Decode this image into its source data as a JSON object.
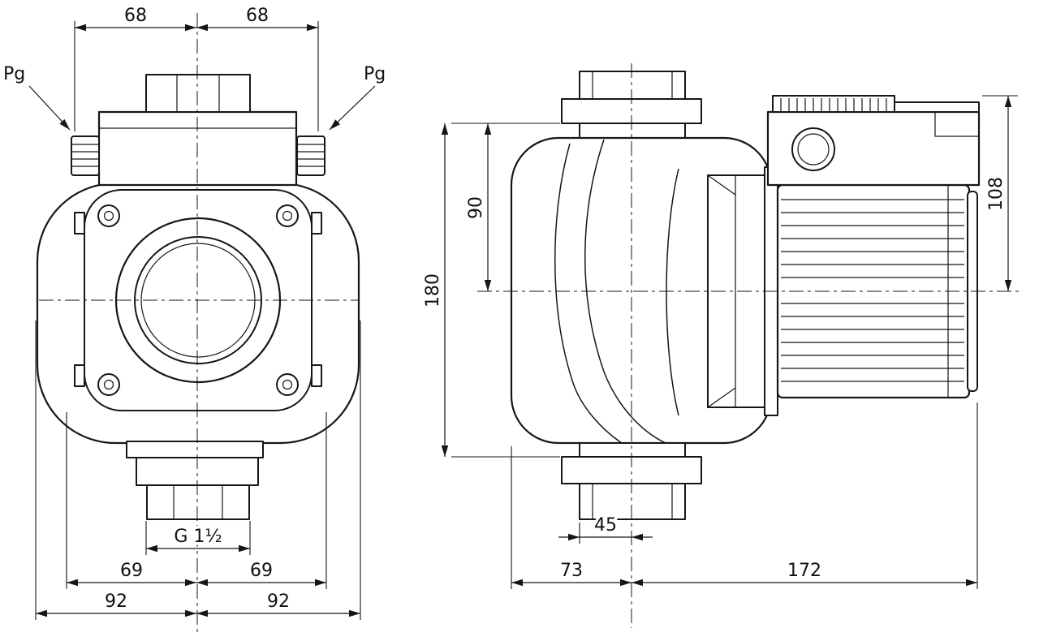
{
  "colors": {
    "line": "#161616",
    "background": "#ffffff"
  },
  "front_view": {
    "dim_top_left": "68",
    "dim_top_right": "68",
    "gland_label_left": "Pg",
    "gland_label_right": "Pg",
    "thread_label": "G 1½",
    "dim_flange_left": "69",
    "dim_flange_right": "69",
    "dim_overall_left": "92",
    "dim_overall_right": "92"
  },
  "side_view": {
    "dim_overall_height": "180",
    "dim_axis_height": "90",
    "dim_terminal_height": "108",
    "dim_port_offset": "45",
    "dim_housing_depth": "73",
    "dim_motor_length": "172"
  }
}
